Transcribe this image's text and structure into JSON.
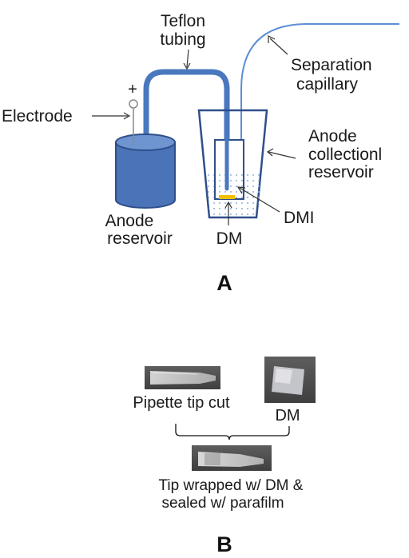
{
  "colors": {
    "tubing": "#4a78bf",
    "reservoir_fill": "#4a73b8",
    "reservoir_stroke": "#2f4f8a",
    "cup_stroke": "#2f4f8a",
    "capillary": "#5b8fd6",
    "membrane": "#f0c000",
    "liquid_dots": "#8fb1d9"
  },
  "panel_a": {
    "label": "A",
    "teflon_tubing": [
      "Teflon",
      "tubing"
    ],
    "plus_sign": "+",
    "electrode": "Electrode",
    "separation_capillary": [
      "Separation",
      "capillary"
    ],
    "anode_collection_reservoir": [
      "Anode",
      "collectionl",
      "reservoir"
    ],
    "anode_reservoir": [
      "Anode",
      "reservoir"
    ],
    "dm": "DM",
    "dmi": "DMI"
  },
  "panel_b": {
    "label": "B",
    "pipette_tip_cut": "Pipette tip cut",
    "dm": "DM",
    "tip_wrapped": [
      "Tip wrapped w/ DM &",
      "sealed w/ parafilm"
    ]
  }
}
